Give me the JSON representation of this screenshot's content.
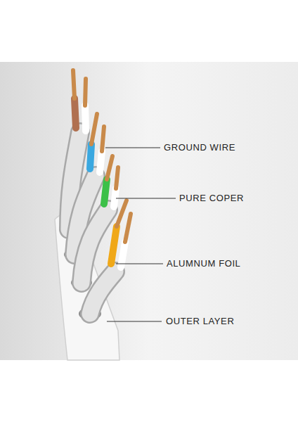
{
  "diagram": {
    "labels": [
      "GROUND WIRE",
      "PURE COPER",
      "ALUMNUM FOIL",
      "OUTER LAYER"
    ]
  }
}
